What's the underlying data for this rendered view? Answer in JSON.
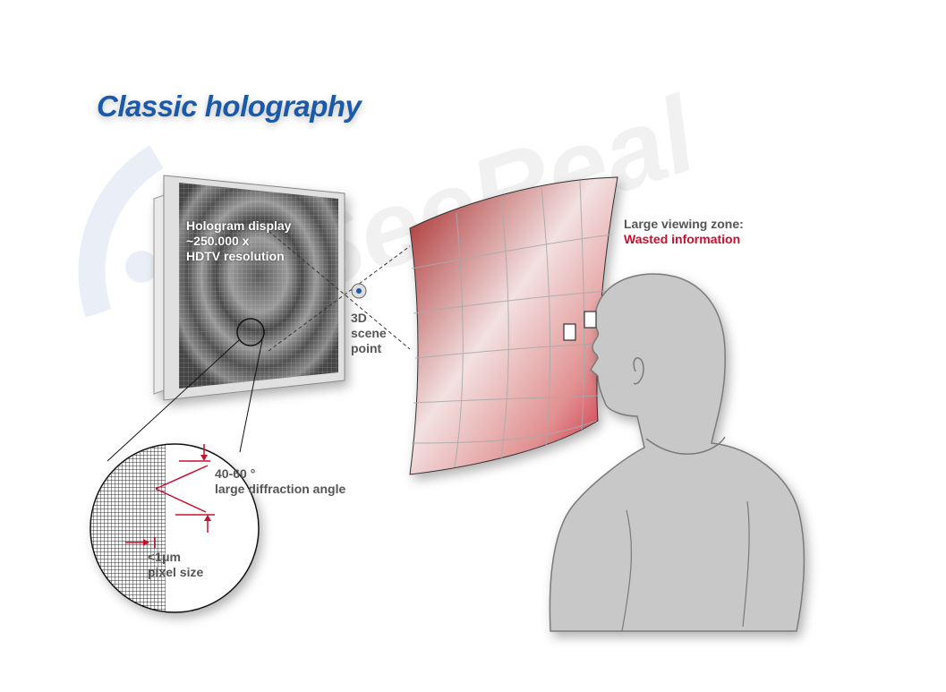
{
  "title": "Classic holography",
  "hologram_display": {
    "line1": "Hologram display",
    "line2": "~250.000 x",
    "line3": "HDTV resolution"
  },
  "scene_point": {
    "line1": "3D",
    "line2": "scene",
    "line3": "point"
  },
  "viewing_zone": {
    "line1": "Large viewing zone:",
    "line2": "Wasted information"
  },
  "diffraction": {
    "line1": "40-60 °",
    "line2": "large diffraction angle"
  },
  "pixel": {
    "line1": "<1μm",
    "line2": "pixel size"
  },
  "colors": {
    "title": "#1a5aa8",
    "accent_red": "#c8102e",
    "text_gray": "#555555",
    "figure_gray": "#c8c8c8",
    "watermark_blue": "#e8eef6"
  }
}
